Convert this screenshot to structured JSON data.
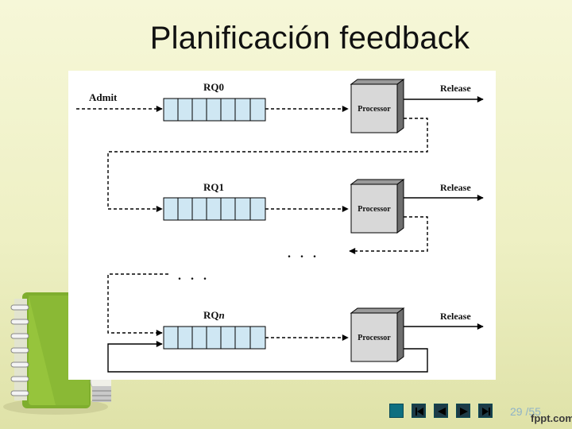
{
  "slide": {
    "title": "Planificación feedback",
    "page_number": "29 /55",
    "watermark": "fppt.com"
  },
  "diagram": {
    "admit_label": "Admit",
    "queues": [
      {
        "label": "RQ0",
        "processor_label": "Processor",
        "release_label": "Release"
      },
      {
        "label": "RQ1",
        "processor_label": "Processor",
        "release_label": "Release"
      },
      {
        "label_prefix": "RQ",
        "label_suffix": "n",
        "processor_label": "Processor",
        "release_label": "Release"
      }
    ],
    "ellipsis": ". . ."
  },
  "nav": {
    "buttons": [
      "first-slide",
      "previous-slide",
      "next-slide",
      "last-slide"
    ]
  },
  "colors": {
    "queue_fill": "#cfe7f3",
    "processor_fill": "#d8d8d8",
    "arrow": "#000000",
    "nav_button": "#0f6f80"
  }
}
